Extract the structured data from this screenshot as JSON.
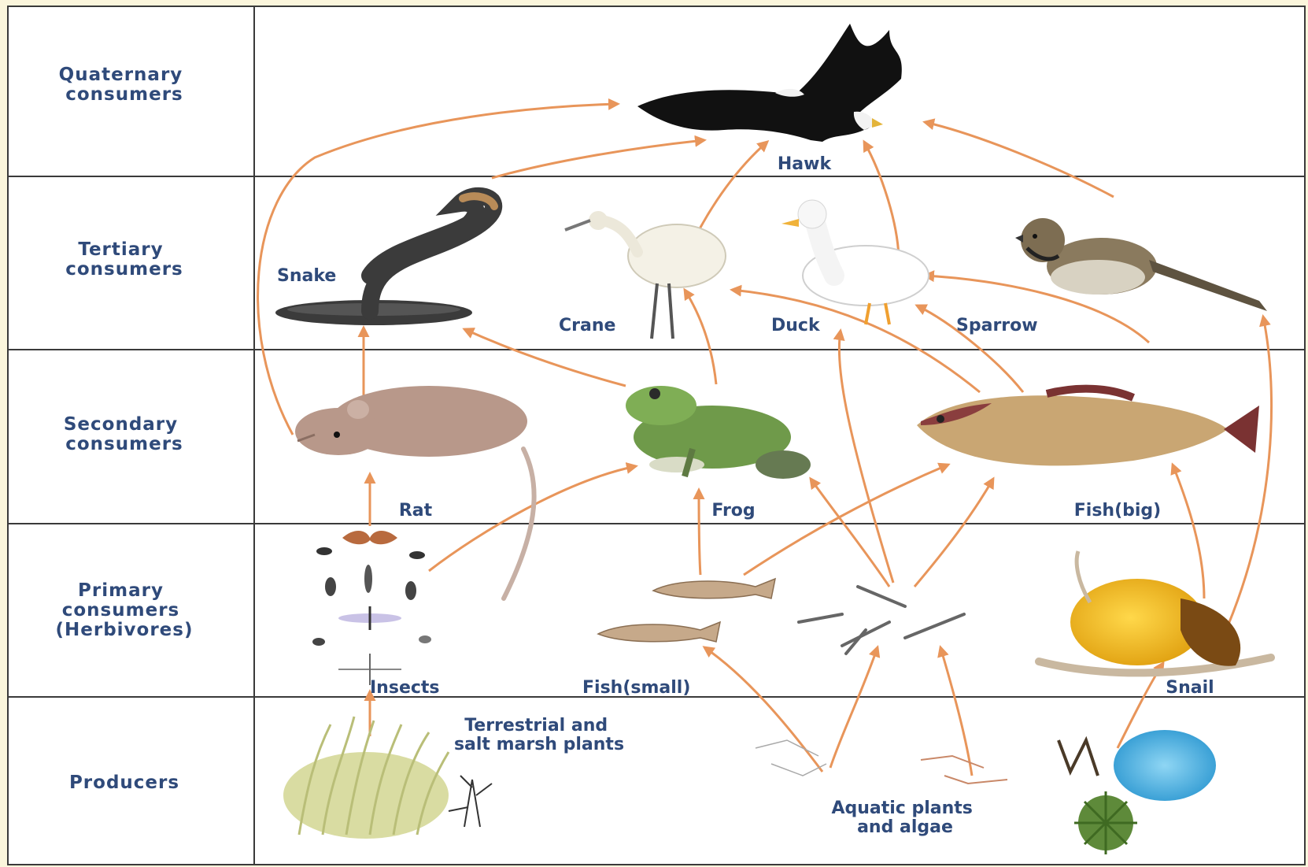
{
  "colors": {
    "frame": "#fbf6dc",
    "panel": "#ffffff",
    "grid": "#3a3a3a",
    "label": "#2f4a7a",
    "arrow": "#e8955a"
  },
  "levels": [
    {
      "id": "quaternary",
      "label_lines": [
        "Quaternary",
        "consumers"
      ]
    },
    {
      "id": "tertiary",
      "label_lines": [
        "Tertiary",
        "consumers"
      ]
    },
    {
      "id": "secondary",
      "label_lines": [
        "Secondary",
        "consumers"
      ]
    },
    {
      "id": "primary",
      "label_lines": [
        "Primary",
        "consumers",
        "(Herbivores)"
      ]
    },
    {
      "id": "producers",
      "label_lines": [
        "Producers"
      ]
    }
  ],
  "organisms": {
    "hawk": {
      "name": "Hawk",
      "icon": "hawk-icon"
    },
    "snake": {
      "name": "Snake",
      "icon": "snake-icon"
    },
    "crane": {
      "name": "Crane",
      "icon": "crane-icon"
    },
    "duck": {
      "name": "Duck",
      "icon": "duck-icon"
    },
    "sparrow": {
      "name": "Sparrow",
      "icon": "sparrow-icon"
    },
    "rat": {
      "name": "Rat",
      "icon": "rat-icon"
    },
    "frog": {
      "name": "Frog",
      "icon": "frog-icon"
    },
    "fish_big": {
      "name": "Fish(big)",
      "icon": "big-fish-icon"
    },
    "insects": {
      "name": "Insects",
      "icon": "insects-icon"
    },
    "fish_small": {
      "name": "Fish(small)",
      "icon": "small-fish-icon"
    },
    "zooplankton": {
      "name": "",
      "icon": "zooplankton-icon"
    },
    "snail": {
      "name": "Snail",
      "icon": "snail-icon"
    },
    "terrestrial_plants": {
      "name_lines": [
        "Terrestrial and",
        "salt marsh plants"
      ],
      "icon": "grass-icon"
    },
    "aquatic_plants": {
      "name_lines": [
        "Aquatic plants",
        "and algae"
      ],
      "icon": "algae-icon"
    }
  }
}
